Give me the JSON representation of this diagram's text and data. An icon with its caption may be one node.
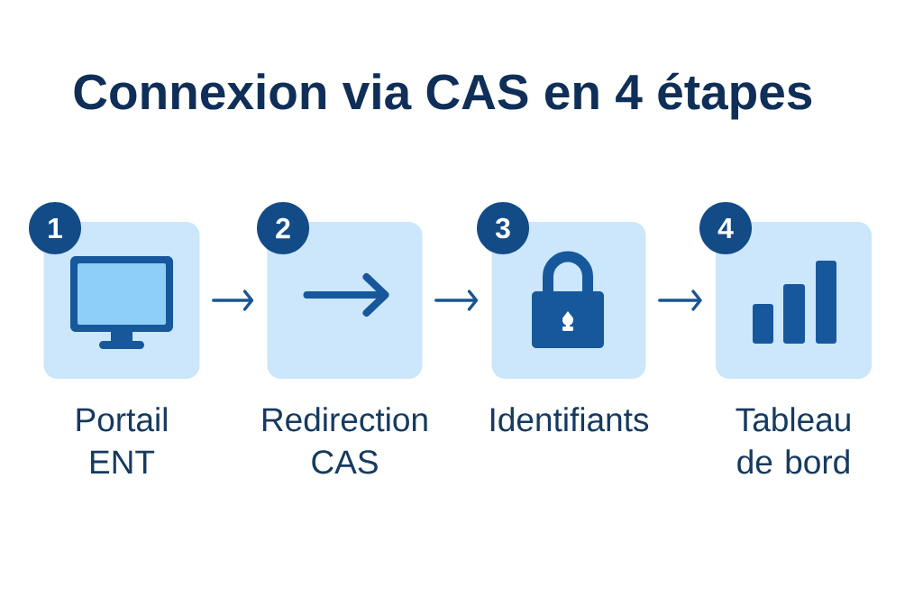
{
  "diagram": {
    "title": "Connexion via CAS en 4 étapes",
    "nodes": [
      {
        "text": [],
        "shape": "box",
        "beside": [
          "Portail ENT"
        ]
      },
      {
        "text": [
          "1"
        ]
      },
      {
        "text": [],
        "shape": "box",
        "beside": [
          "Redirection CAS"
        ]
      },
      {
        "text": [
          "2"
        ]
      },
      {
        "text": [],
        "shape": "box",
        "beside": [
          "Identifiants"
        ]
      },
      {
        "text": [
          "3"
        ]
      },
      {
        "text": [],
        "shape": "box",
        "beside": [
          "Tableau de bord"
        ]
      },
      {
        "text": [
          "4"
        ]
      }
    ],
    "edges": [
      {
        "from": 0,
        "to": 2,
        "arrow": "to"
      },
      {
        "from": 2,
        "to": 4,
        "arrow": "to"
      },
      {
        "from": 4,
        "to": 6,
        "arrow": "to"
      }
    ]
  }
}
